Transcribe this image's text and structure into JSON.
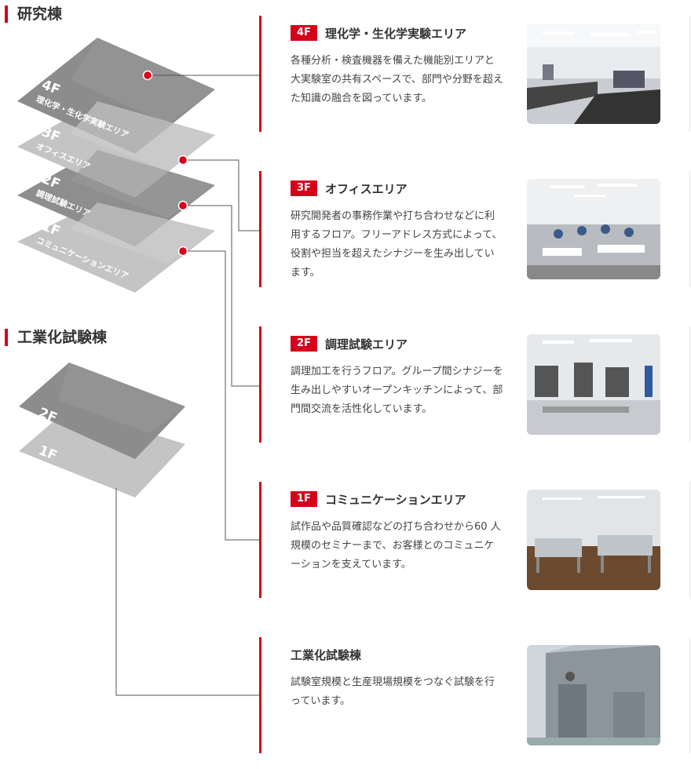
{
  "sections": {
    "research": "研究棟",
    "industrial": "工業化試験棟"
  },
  "floors": [
    {
      "id": "4f",
      "badge": "4F",
      "title": "理化学・生化学実験エリア",
      "stack_label": "理化学・生化学実験エリア",
      "desc": "各種分析・検査機器を備えた機能別エリアと大実験室の共有スペースで、部門や分野を超えた知識の融合を図っています。"
    },
    {
      "id": "3f",
      "badge": "3F",
      "title": "オフィスエリア",
      "stack_label": "オフィスエリア",
      "desc": "研究開発者の事務作業や打ち合わせなどに利用するフロア。フリーアドレス方式によって、役割や担当を超えたシナジーを生み出しています。"
    },
    {
      "id": "2f",
      "badge": "2F",
      "title": "調理試験エリア",
      "stack_label": "調理試験エリア",
      "desc": "調理加工を行うフロア。グループ間シナジーを生み出しやすいオープンキッチンによって、部門間交流を活性化しています。"
    },
    {
      "id": "1f",
      "badge": "1F",
      "title": "コミュニケーションエリア",
      "stack_label": "コミュニケーションエリア",
      "desc": "試作品や品質確認などの打ち合わせから60 人規模のセミナーまで、お客様とのコミュニケーションを支えています。"
    }
  ],
  "industrial_building": {
    "title": "工業化試験棟",
    "desc": "試験室規模と生産現場規模をつなぐ試験を行っています。",
    "floors": [
      "2F",
      "1F"
    ]
  },
  "colors": {
    "accent": "#d7001a",
    "dark_floor": "#8c8c8c",
    "light_floor": "#c4c4c4"
  }
}
